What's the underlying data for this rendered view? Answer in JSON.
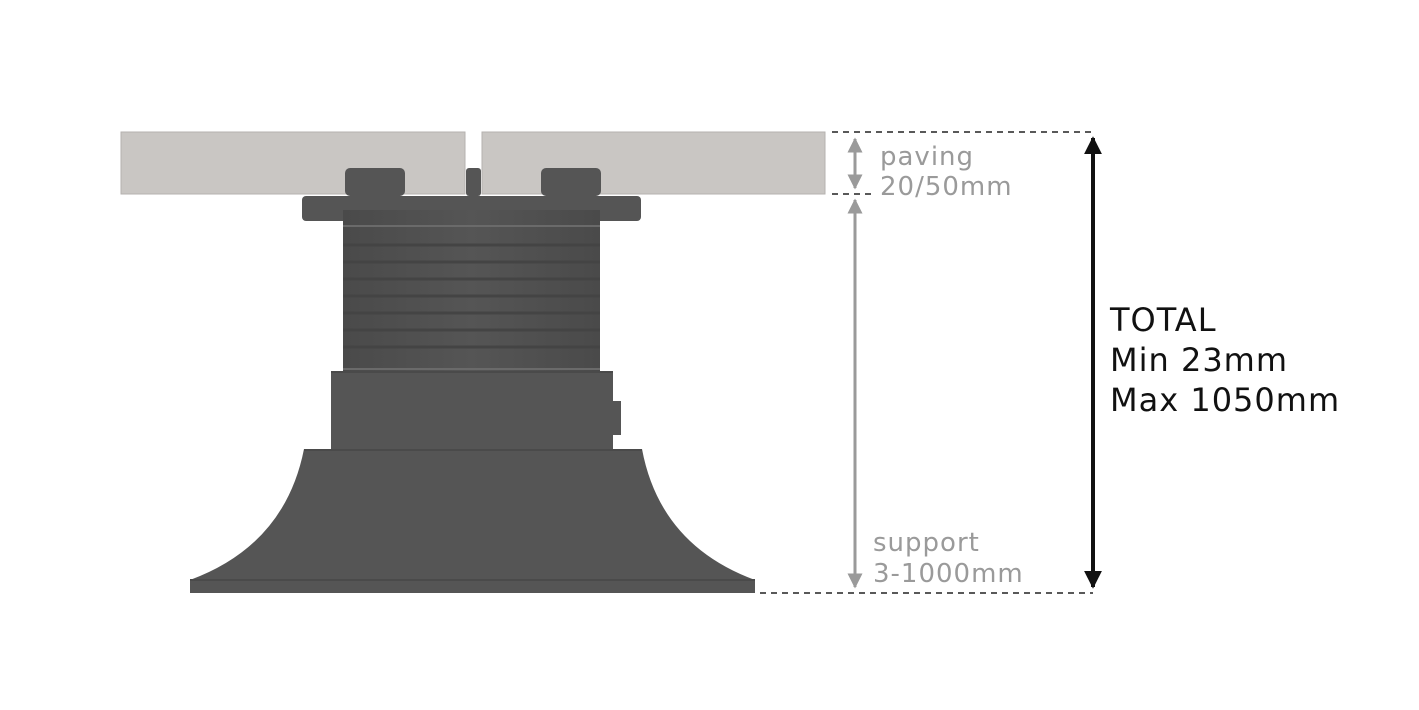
{
  "paving": {
    "label_line1": "paving",
    "label_line2": "20/50mm"
  },
  "support": {
    "label_line1": "support",
    "label_line2": "3-1000mm"
  },
  "total": {
    "label_line1": "TOTAL",
    "label_line2": "Min 23mm",
    "label_line3": "Max 1050mm"
  },
  "colors": {
    "pedestal": "#555555",
    "pedestal_dark": "#454545",
    "paving": "#c9c6c3",
    "grey_arrow": "#9a9a9a",
    "black_arrow": "#111111"
  }
}
